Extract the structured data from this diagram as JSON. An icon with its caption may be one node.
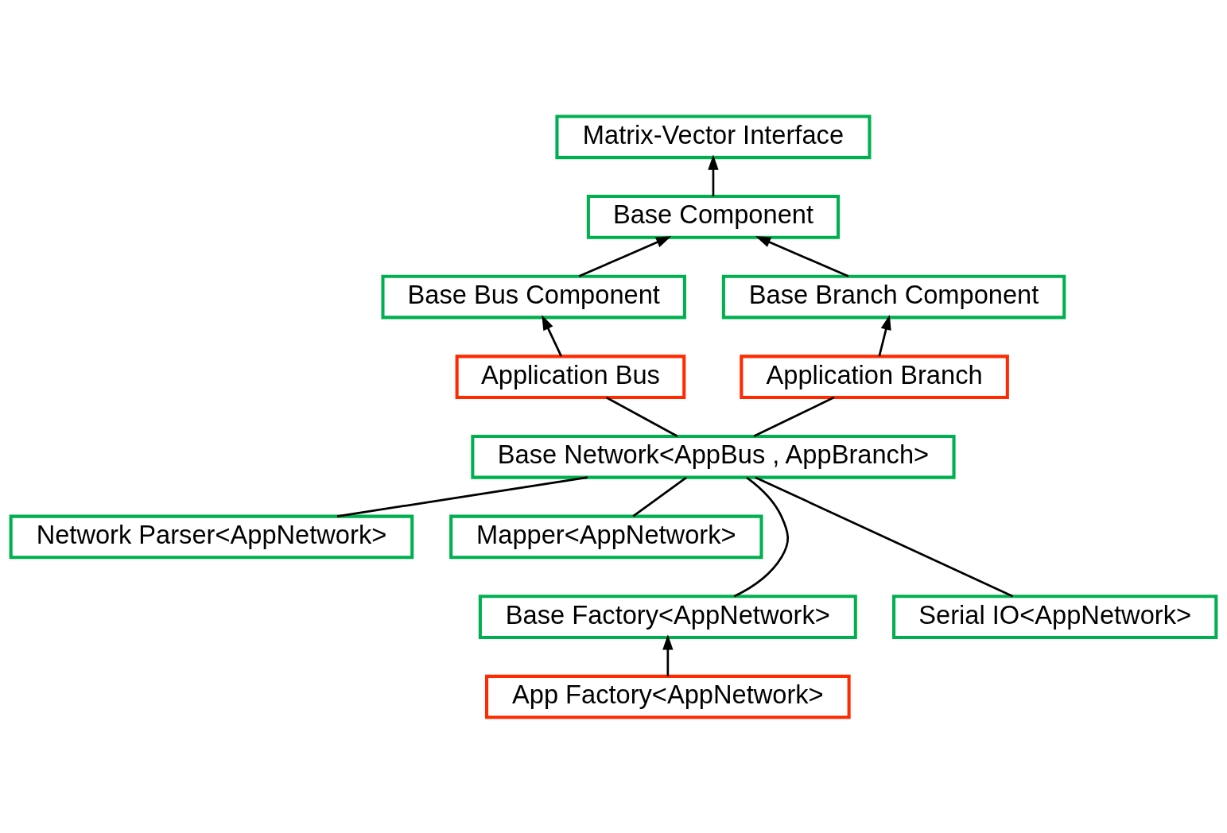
{
  "diagram": {
    "nodes": [
      {
        "text": [
          "Matrix-Vector Interface"
        ]
      },
      {
        "text": [
          "Base Component"
        ]
      },
      {
        "text": [
          "Base Bus Component"
        ]
      },
      {
        "text": [
          "Base Branch Component"
        ]
      },
      {
        "text": [
          "Application Bus"
        ]
      },
      {
        "text": [
          "Application Branch"
        ]
      },
      {
        "text": [
          "Base Network<AppBus , AppBranch>"
        ]
      },
      {
        "text": [
          "Network Parser<AppNetwork>"
        ]
      },
      {
        "text": [
          "Mapper<AppNetwork>"
        ]
      },
      {
        "text": [
          "Base Factory<AppNetwork>"
        ]
      },
      {
        "text": [
          "Serial IO<AppNetwork>"
        ]
      },
      {
        "text": [
          "App Factory<AppNetwork>"
        ]
      }
    ],
    "edges": [
      {
        "from": 1,
        "to": 0,
        "arrow": "to"
      },
      {
        "from": 2,
        "to": 1,
        "arrow": "to"
      },
      {
        "from": 3,
        "to": 1,
        "arrow": "to"
      },
      {
        "from": 4,
        "to": 2,
        "arrow": "to"
      },
      {
        "from": 5,
        "to": 3,
        "arrow": "to"
      },
      {
        "from": 6,
        "to": 4,
        "arrow": "none"
      },
      {
        "from": 6,
        "to": 5,
        "arrow": "none"
      },
      {
        "from": 7,
        "to": 6,
        "arrow": "none"
      },
      {
        "from": 9,
        "to": 6,
        "arrow": "none"
      },
      {
        "from": 8,
        "to": 6,
        "arrow": "none"
      },
      {
        "from": 10,
        "to": 6,
        "arrow": "none"
      },
      {
        "from": 11,
        "to": 9,
        "arrow": "to"
      }
    ]
  }
}
